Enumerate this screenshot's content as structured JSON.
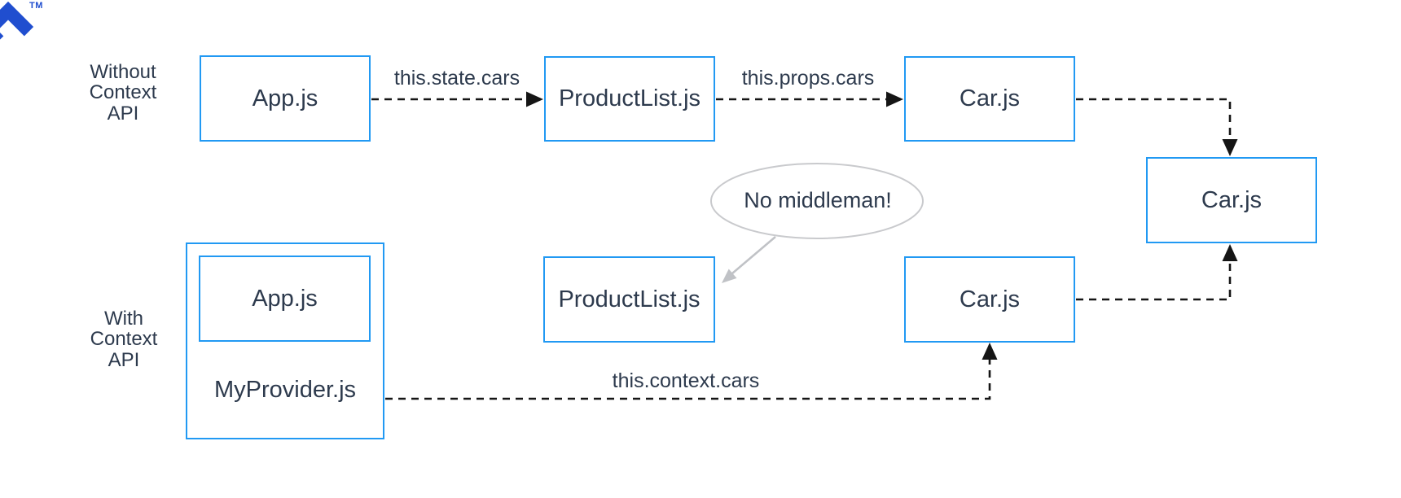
{
  "colors": {
    "box_border": "#2199f3",
    "text": "#2d3a4d",
    "connector": "#151515",
    "callout_border": "#c9cacd",
    "callout_arrow": "#c0c2c6",
    "logo_blue": "#204ECF"
  },
  "logo": {
    "trademark": "TM"
  },
  "without_section": {
    "label": "Without\nContext\nAPI",
    "app_box": "App.js",
    "productlist_box": "ProductList.js",
    "car_box": "Car.js",
    "state_edge_label": "this.state.cars",
    "props_edge_label": "this.props.cars"
  },
  "shared": {
    "final_car_box": "Car.js"
  },
  "with_section": {
    "label": "With\nContext\nAPI",
    "app_box": "App.js",
    "provider_box": "MyProvider.js",
    "productlist_box": "ProductList.js",
    "car_box": "Car.js",
    "context_edge_label": "this.context.cars"
  },
  "callout": {
    "text": "No middleman!"
  }
}
